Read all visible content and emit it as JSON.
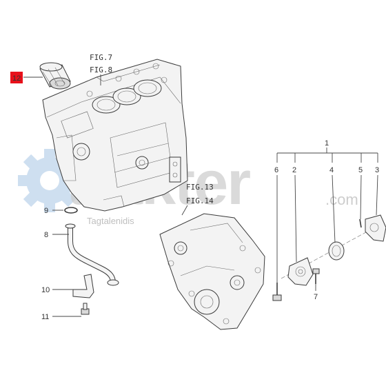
{
  "figure_refs": {
    "fig7": "FIG.7",
    "fig8": "FIG.8",
    "fig13": "FIG.13",
    "fig14": "FIG.14"
  },
  "callouts": {
    "c1": "1",
    "c2": "2",
    "c3": "3",
    "c4": "4",
    "c5": "5",
    "c6": "6",
    "c7": "7",
    "c8": "8",
    "c9": "9",
    "c10": "10",
    "c11": "11",
    "c12": "12"
  },
  "watermark": {
    "brand": "trakter",
    "suffix": ".com",
    "byline": "Tagtalenidis"
  },
  "colors": {
    "highlight": "#e8101a",
    "watermark_gear": "#c9dcef",
    "watermark_text": "#c8c8c8"
  }
}
